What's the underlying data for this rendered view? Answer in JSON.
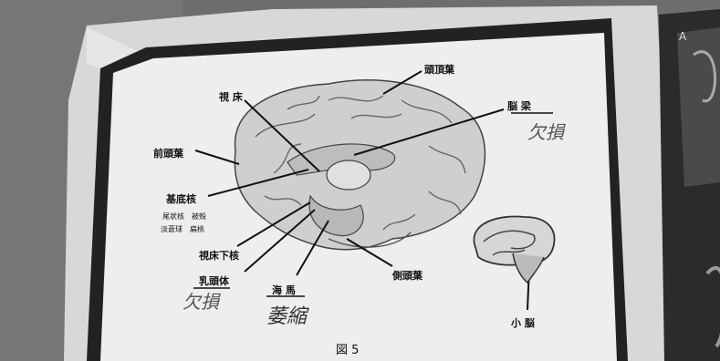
{
  "figure": {
    "caption": "図 5",
    "labels": {
      "parietal": "頭頂葉",
      "thalamus": "視 床",
      "corpus_callosum": "脳 梁",
      "frontal": "前頭葉",
      "basal_ganglia": "基底核",
      "basal_sub1": "尾状核　被殻",
      "basal_sub2": "淡蒼球　扁桃",
      "hypothalamus": "視床下核",
      "mammillary": "乳頭体",
      "hippocampus": "海 馬",
      "temporal": "側頭葉",
      "cerebellum": "小 脳"
    },
    "handwriting": {
      "corpus_callosum": "欠損",
      "mammillary": "欠損",
      "hippocampus": "萎縮"
    }
  },
  "right_panel": {
    "letter": "A"
  }
}
